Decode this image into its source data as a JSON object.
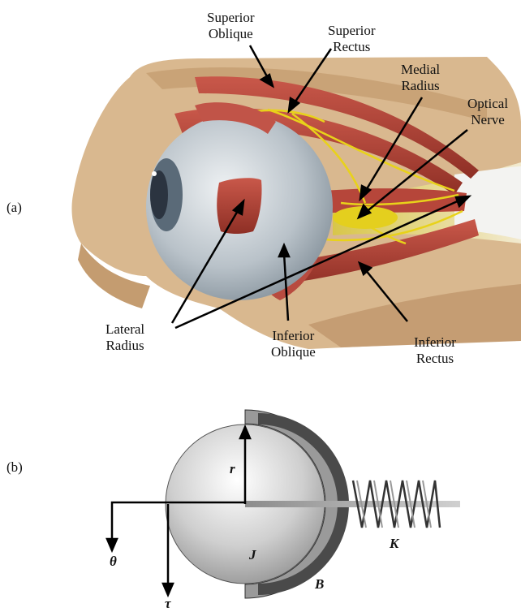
{
  "panel_a": {
    "tag": "(a)",
    "labels": {
      "superior_oblique": [
        "Superior",
        "Oblique"
      ],
      "superior_rectus": [
        "Superior",
        "Rectus"
      ],
      "medial_radius": [
        "Medial",
        "Radius"
      ],
      "optical_nerve": [
        "Optical",
        "Nerve"
      ],
      "lateral_radius": [
        "Lateral",
        "Radius"
      ],
      "inferior_oblique": [
        "Inferior",
        "Oblique"
      ],
      "inferior_rectus": [
        "Inferior",
        "Rectus"
      ]
    }
  },
  "panel_b": {
    "tag": "(b)",
    "symbols": {
      "r": "r",
      "J": "J",
      "B": "B",
      "K": "K",
      "theta": "θ",
      "tau": "τ"
    }
  }
}
